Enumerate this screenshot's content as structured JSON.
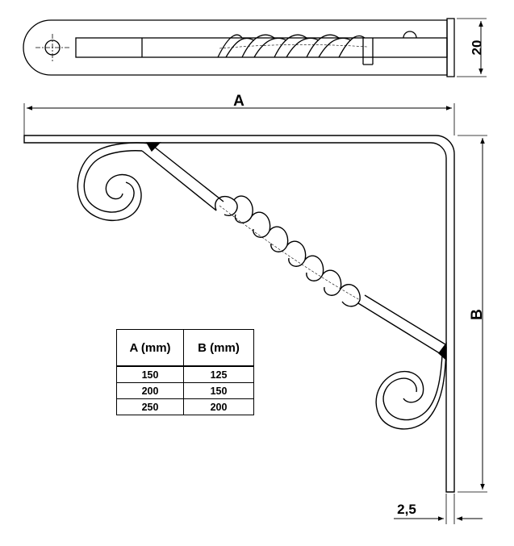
{
  "dimensions": {
    "top_width": "20",
    "length_a": "A",
    "length_b": "B",
    "thickness": "2,5"
  },
  "table": {
    "headers": [
      "A (mm)",
      "B (mm)"
    ],
    "rows": [
      [
        "150",
        "125"
      ],
      [
        "200",
        "150"
      ],
      [
        "250",
        "200"
      ]
    ]
  },
  "colors": {
    "line": "#000000",
    "background": "#ffffff"
  }
}
